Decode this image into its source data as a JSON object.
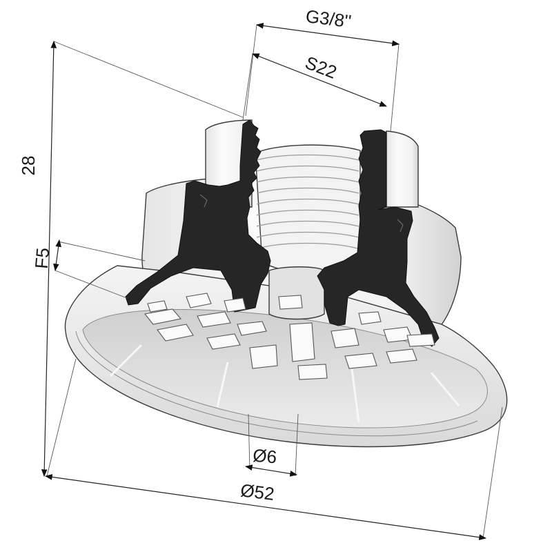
{
  "drawing": {
    "dimensions": {
      "thread": "G3/8''",
      "wrench_size": "S22",
      "height": "28",
      "flange": "F5",
      "bore_diameter": "Ø6",
      "cup_diameter": "Ø52"
    }
  }
}
